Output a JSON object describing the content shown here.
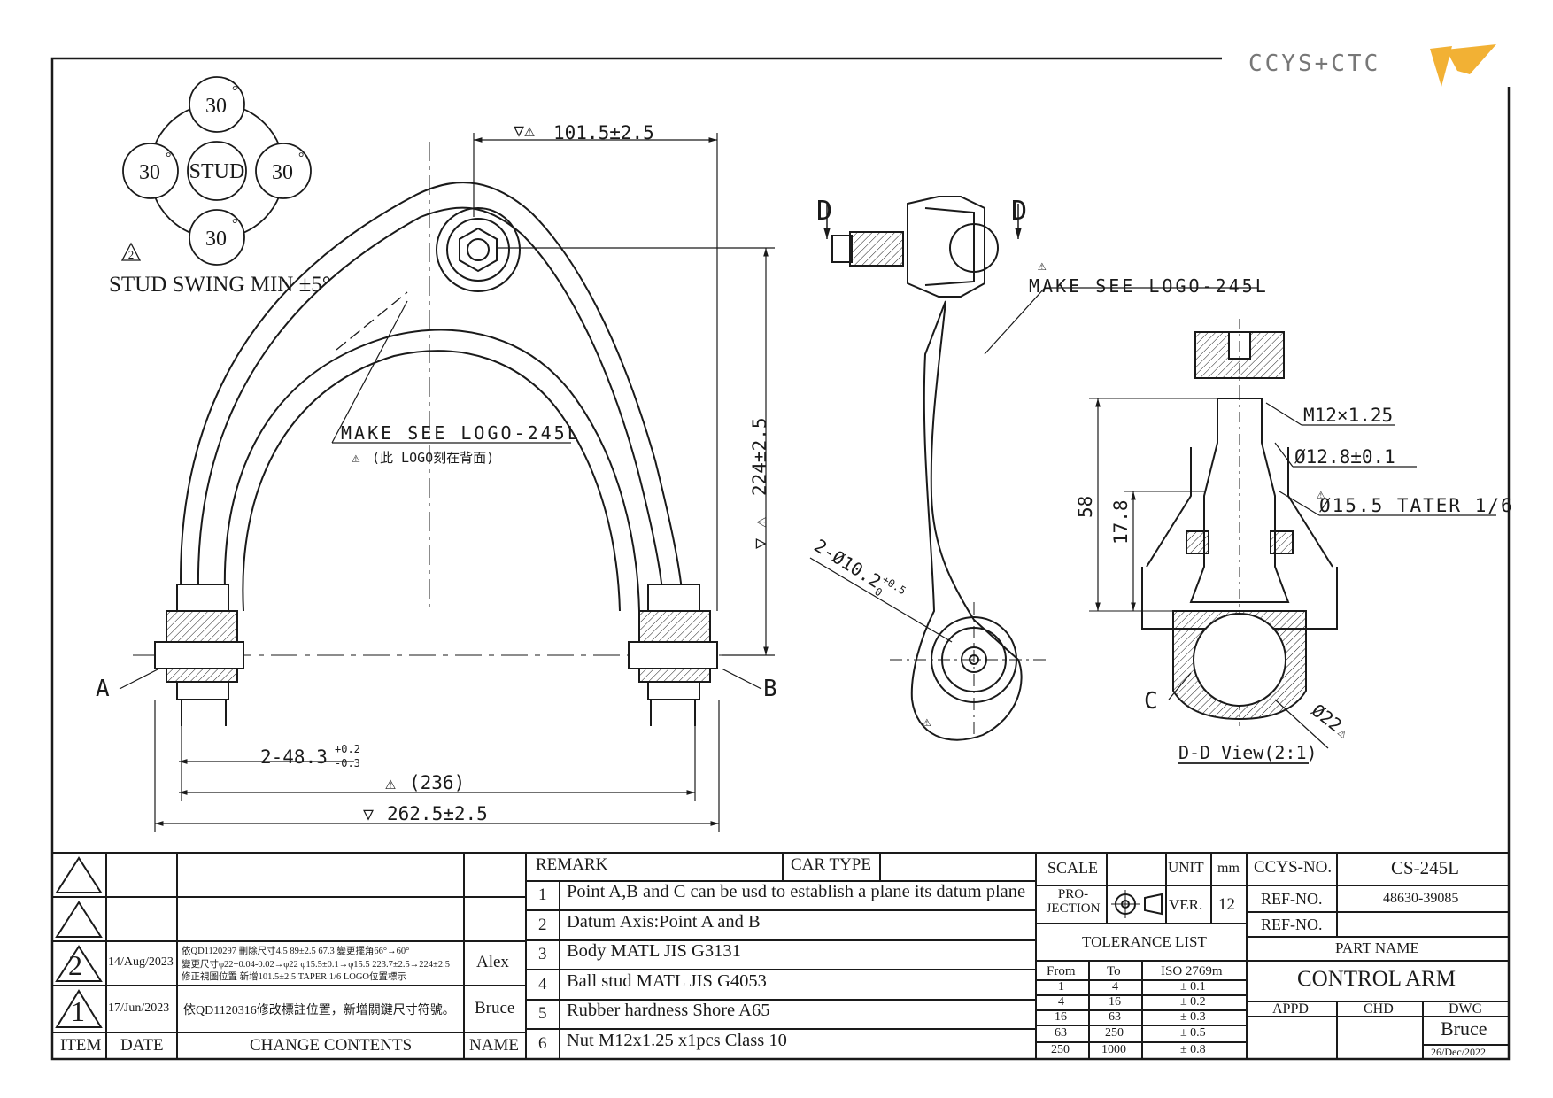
{
  "logo": {
    "text": "CCYS+CTC",
    "accent_color": "#f2b134"
  },
  "drawing": {
    "stud_chart": {
      "center": "STUD",
      "top": "30",
      "right": "30",
      "bottom": "30",
      "left": "30",
      "deg": "°"
    },
    "rev_marker": "2",
    "stud_swing": "STUD SWING MIN ±5°",
    "dims": {
      "top_width": "101.5±2.5",
      "height": "224±2.5",
      "holes": "2-48.3",
      "holes_tol_up": "+0.2",
      "holes_tol_dn": "-0.3",
      "span": "(236)",
      "overall": "262.5±2.5",
      "side_hole": "2-Ø10.2",
      "side_hole_tol_up": "+0.5",
      "side_hole_tol_dn": "0",
      "height_58": "58",
      "height_17_8": "17.8",
      "thread": "M12×1.25",
      "dia_12_8": "Ø12.8±0.1",
      "dia_15_5": "Ø15.5  TATER 1/6",
      "ball": "Ø22"
    },
    "logo_note_main": "MAKE SEE LOGO-245L",
    "logo_note_sub": "(此 LOGO刻在背面)",
    "logo_note_side": "MAKE SEE LOGO-245L",
    "point_a": "A",
    "point_b": "B",
    "point_c": "C",
    "section_d_left": "D",
    "section_d_right": "D",
    "section_view": "D-D View(2:1)"
  },
  "revision_table": {
    "headers": {
      "item": "ITEM",
      "date": "DATE",
      "change": "CHANGE CONTENTS",
      "name": "NAME"
    },
    "rows": [
      {
        "item": "2",
        "date": "14/Aug/2023",
        "line1": "依QD1120297 刪除尺寸4.5 89±2.5 67.3 變更擺角66°→60°",
        "line2": "變更尺寸φ22+0.04-0.02→φ22  φ15.5±0.1→φ15.5  223.7±2.5→224±2.5",
        "line3": "修正視圖位置 新增101.5±2.5  TAPER 1/6  LOGO位置標示",
        "name": "Alex"
      },
      {
        "item": "1",
        "date": "17/Jun/2023",
        "line1": "依QD1120316修改標註位置，新增關鍵尺寸符號。",
        "name": "Bruce"
      }
    ]
  },
  "remarks": {
    "header_remark": "REMARK",
    "header_car": "CAR TYPE",
    "car_type": "",
    "items": [
      {
        "no": "1",
        "text": "Point A,B and C can be usd to establish a plane its datum plane"
      },
      {
        "no": "2",
        "text": "Datum Axis:Point A and B"
      },
      {
        "no": "3",
        "text": "Body MATL JIS G3131"
      },
      {
        "no": "4",
        "text": "Ball stud MATL JIS G4053"
      },
      {
        "no": "5",
        "text": "Rubber hardness Shore A65"
      },
      {
        "no": "6",
        "text": "Nut M12x1.25 x1pcs Class 10"
      }
    ]
  },
  "title_block": {
    "scale_label": "SCALE",
    "scale_value": "",
    "unit_label": "UNIT",
    "unit_value": "mm",
    "projection_label": "PRO-\nJECTION",
    "ver_label": "VER.",
    "ver_value": "12",
    "tolerance_title": "TOLERANCE LIST",
    "tol_headers": [
      "From",
      "To",
      "ISO 2769m"
    ],
    "tolerances": [
      [
        "1",
        "4",
        "± 0.1"
      ],
      [
        "4",
        "16",
        "± 0.2"
      ],
      [
        "16",
        "63",
        "± 0.3"
      ],
      [
        "63",
        "250",
        "± 0.5"
      ],
      [
        "250",
        "1000",
        "± 0.8"
      ]
    ],
    "ccys_no_label": "CCYS-NO.",
    "ccys_no": "CS-245L",
    "ref_no_label": "REF-NO.",
    "ref_no": "48630-39085",
    "ref_no2_label": "REF-NO.",
    "ref_no2": "",
    "part_name_label": "PART NAME",
    "part_name": "CONTROL ARM",
    "appd": "APPD",
    "chd": "CHD",
    "dwg": "DWG",
    "drawn_by": "Bruce",
    "date": "26/Dec/2022"
  }
}
